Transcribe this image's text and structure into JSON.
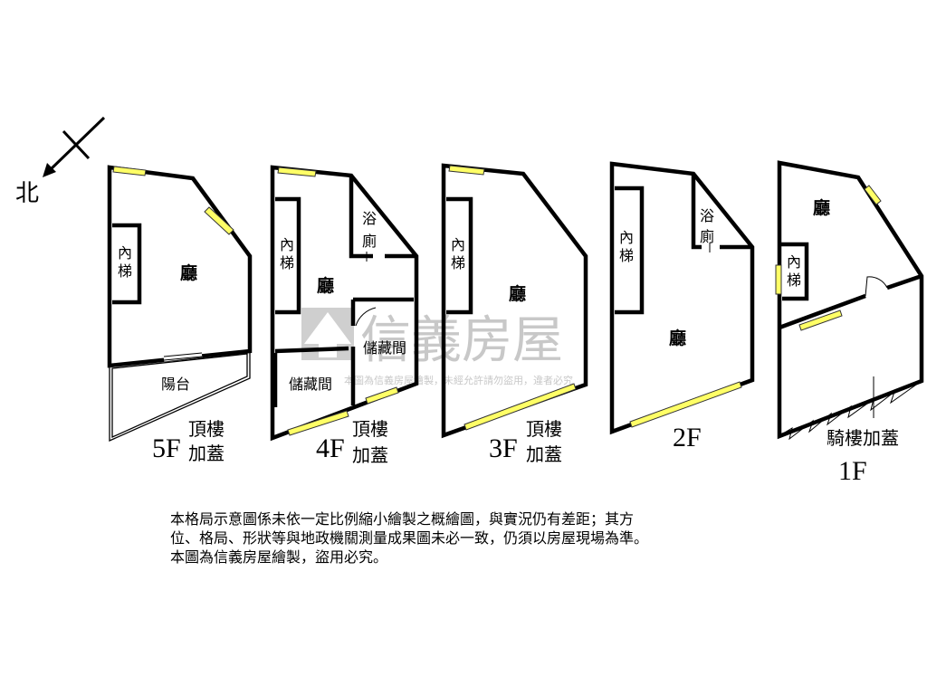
{
  "compass": {
    "north_label": "北"
  },
  "watermark": {
    "brand": "信義房屋",
    "notice": "本圖為信義房屋繪製，未經允許請勿盜用，違者必究"
  },
  "floors": {
    "f5": {
      "floor": "5F",
      "note1": "頂樓",
      "note2": "加蓋",
      "rooms": {
        "stair": "內\n梯",
        "hall": "廳",
        "balcony": "陽台"
      }
    },
    "f4": {
      "floor": "4F",
      "note1": "頂樓",
      "note2": "加蓋",
      "rooms": {
        "stair": "內\n梯",
        "hall": "廳",
        "bath1": "浴",
        "bath2": "廁",
        "storage_right": "儲藏間",
        "storage_left": "儲藏間"
      }
    },
    "f3": {
      "floor": "3F",
      "note1": "頂樓",
      "note2": "加蓋",
      "rooms": {
        "stair": "內\n梯",
        "hall": "廳"
      }
    },
    "f2": {
      "floor": "2F",
      "rooms": {
        "stair": "內\n梯",
        "hall": "廳",
        "bath1": "浴",
        "bath2": "廁"
      }
    },
    "f1": {
      "floor": "1F",
      "note": "騎樓加蓋",
      "rooms": {
        "hall": "廳",
        "stair": "內\n梯"
      }
    }
  },
  "disclaimer": {
    "line1": "本格局示意圖係未依一定比例縮小繪製之概繪圖，與實況仍有差距；其方",
    "line2": "位、格局、形狀等與地政機關測量成果圖未必一致，仍須以房屋現場為準。",
    "line3": "本圖為信義房屋繪製，盜用必究。"
  },
  "colors": {
    "window": "#ffff66",
    "wall": "#000000",
    "watermark": "#c8c8c8"
  }
}
